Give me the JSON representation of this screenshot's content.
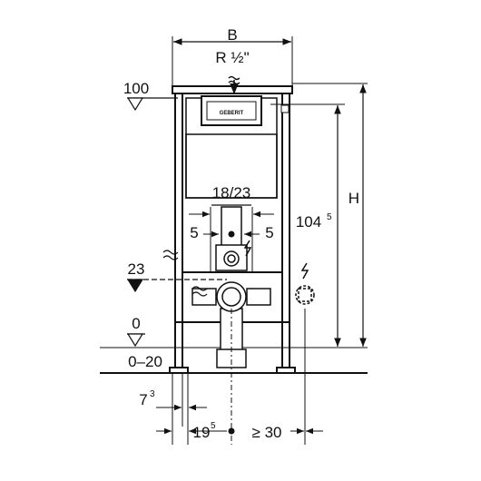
{
  "dims": {
    "width_label": "B",
    "pipe_label": "R ½\"",
    "height_label": "H",
    "install_height_main": "104",
    "install_height_sup": "5",
    "spacing_label": "18/23",
    "left_offset": "5",
    "right_offset": "5",
    "level_top": "100",
    "level_mid": "23",
    "level_floor": "0",
    "level_range": "0–20",
    "bottom_left_main": "7",
    "bottom_left_sup": "3",
    "bottom_center_main": "19",
    "bottom_center_sup": "5",
    "bottom_right": "≥ 30"
  },
  "brand": "GEBERIT",
  "colors": {
    "line": "#111111",
    "panel": "#ffffff",
    "floor": "#111111"
  }
}
